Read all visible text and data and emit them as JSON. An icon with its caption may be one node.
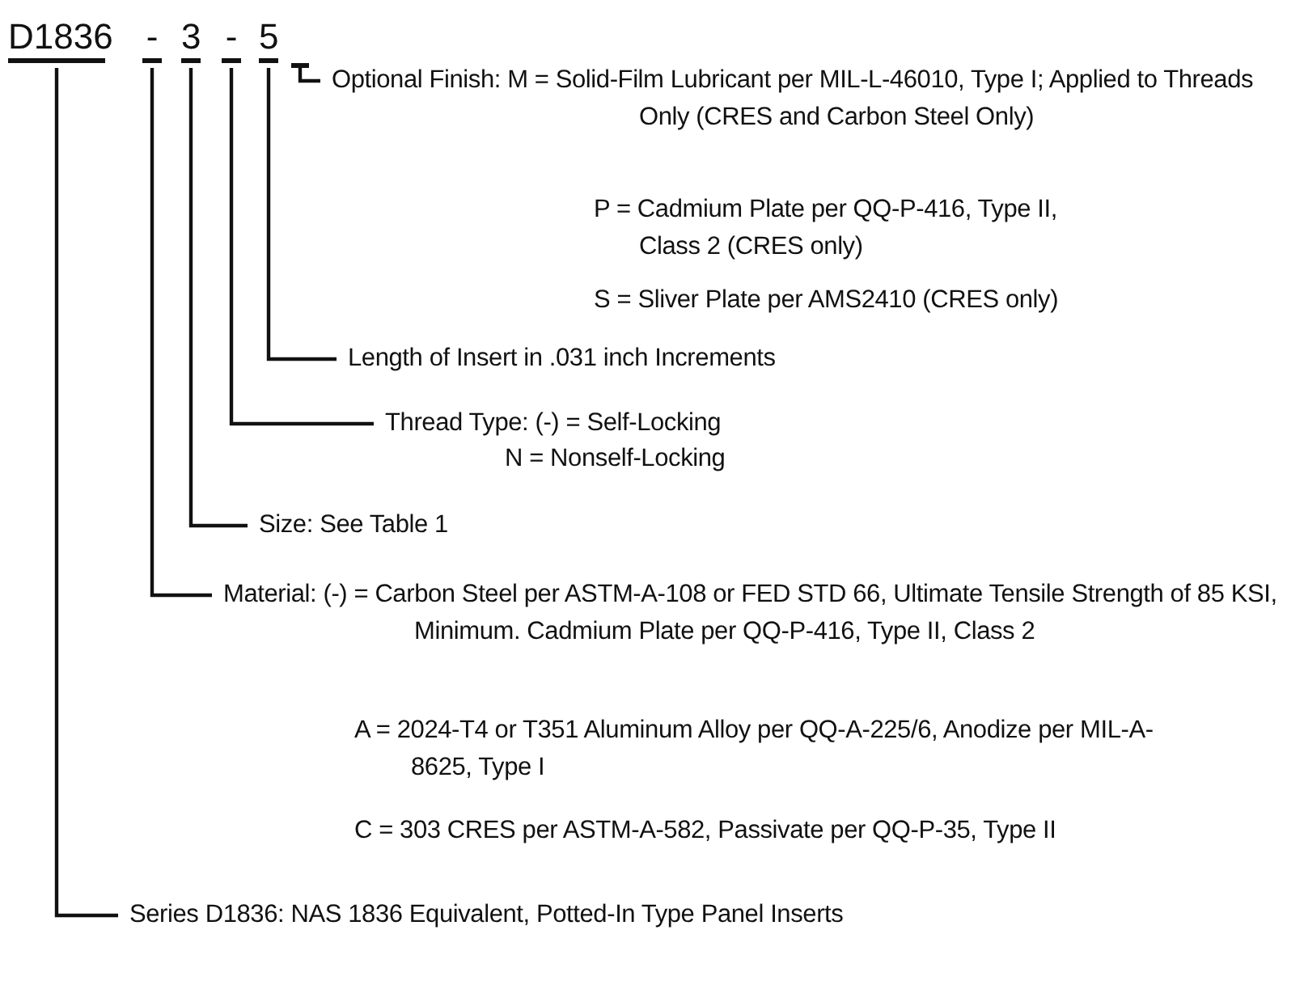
{
  "diagram": {
    "nodes": [
      {
        "text": [
          "D1836"
        ]
      },
      {
        "text": [
          "-"
        ]
      },
      {
        "text": [
          "3"
        ]
      },
      {
        "text": [
          "-"
        ]
      },
      {
        "text": [
          "5"
        ]
      },
      {
        "text": [],
        "shape": "bar"
      },
      {
        "text": [
          "Optional Finish: M = Solid-Film Lubricant per MIL-L-46010, Type I; Applied to Threads Only (CRES and Carbon Steel Only)",
          "P = Cadmium Plate per QQ-P-416, Type II, Class 2 (CRES only)",
          "S = Sliver Plate per AMS2410 (CRES only)"
        ]
      },
      {
        "text": [
          "Length of Insert in .031 inch Increments"
        ]
      },
      {
        "text": [
          "Thread Type: (-) = Self-Locking",
          "N = Nonself-Locking"
        ]
      },
      {
        "text": [
          "Size: See Table 1"
        ]
      },
      {
        "text": [
          "Material: (-) = Carbon Steel per ASTM-A-108 or FED STD 66, Ultimate Tensile Strength of 85 KSI, Minimum. Cadmium Plate per QQ-P-416, Type II, Class 2",
          "A = 2024-T4 or T351 Aluminum Alloy per QQ-A-225/6, Anodize per MIL-A-8625, Type I",
          "C = 303 CRES per ASTM-A-582, Passivate per QQ-P-35, Type II"
        ]
      },
      {
        "text": [
          "Series D1836: NAS 1836 Equivalent, Potted-In Type Panel Inserts"
        ]
      }
    ],
    "edges": [
      {
        "from": 5,
        "to": 6,
        "arrow": "none"
      },
      {
        "from": 4,
        "to": 7,
        "arrow": "none"
      },
      {
        "from": 3,
        "to": 8,
        "arrow": "none"
      },
      {
        "from": 2,
        "to": 9,
        "arrow": "none"
      },
      {
        "from": 1,
        "to": 10,
        "arrow": "none"
      },
      {
        "from": 0,
        "to": 11,
        "arrow": "none"
      }
    ]
  }
}
